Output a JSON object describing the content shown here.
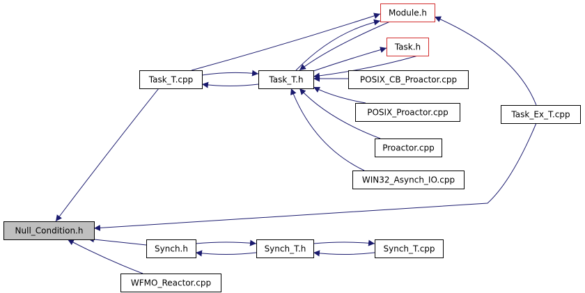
{
  "graph": {
    "title": "",
    "nodes": [
      {
        "id": "null_condition_h",
        "label": "Null_Condition.h",
        "style": "current"
      },
      {
        "id": "task_t_cpp",
        "label": "Task_T.cpp",
        "style": "normal"
      },
      {
        "id": "task_t_h",
        "label": "Task_T.h",
        "style": "normal"
      },
      {
        "id": "module_h",
        "label": "Module.h",
        "style": "highlight"
      },
      {
        "id": "task_h",
        "label": "Task.h",
        "style": "highlight"
      },
      {
        "id": "posix_cb_proactor_cpp",
        "label": "POSIX_CB_Proactor.cpp",
        "style": "normal"
      },
      {
        "id": "posix_proactor_cpp",
        "label": "POSIX_Proactor.cpp",
        "style": "normal"
      },
      {
        "id": "proactor_cpp",
        "label": "Proactor.cpp",
        "style": "normal"
      },
      {
        "id": "win32_asynch_io_cpp",
        "label": "WIN32_Asynch_IO.cpp",
        "style": "normal"
      },
      {
        "id": "task_ex_t_cpp",
        "label": "Task_Ex_T.cpp",
        "style": "normal"
      },
      {
        "id": "synch_h",
        "label": "Synch.h",
        "style": "normal"
      },
      {
        "id": "synch_t_h",
        "label": "Synch_T.h",
        "style": "normal"
      },
      {
        "id": "synch_t_cpp",
        "label": "Synch_T.cpp",
        "style": "normal"
      },
      {
        "id": "wfmo_reactor_cpp",
        "label": "WFMO_Reactor.cpp",
        "style": "normal"
      }
    ],
    "edges": [
      {
        "from": "task_t_cpp",
        "to": "null_condition_h"
      },
      {
        "from": "task_ex_t_cpp",
        "to": "null_condition_h"
      },
      {
        "from": "synch_h",
        "to": "null_condition_h"
      },
      {
        "from": "wfmo_reactor_cpp",
        "to": "null_condition_h"
      },
      {
        "from": "task_t_cpp",
        "to": "task_t_h"
      },
      {
        "from": "task_t_h",
        "to": "task_t_cpp"
      },
      {
        "from": "task_t_cpp",
        "to": "module_h"
      },
      {
        "from": "task_t_h",
        "to": "module_h"
      },
      {
        "from": "task_t_h",
        "to": "task_h"
      },
      {
        "from": "task_ex_t_cpp",
        "to": "module_h"
      },
      {
        "from": "task_h",
        "to": "task_t_h"
      },
      {
        "from": "module_h",
        "to": "task_t_h"
      },
      {
        "from": "posix_cb_proactor_cpp",
        "to": "task_t_h"
      },
      {
        "from": "posix_proactor_cpp",
        "to": "task_t_h"
      },
      {
        "from": "proactor_cpp",
        "to": "task_t_h"
      },
      {
        "from": "win32_asynch_io_cpp",
        "to": "task_t_h"
      },
      {
        "from": "synch_h",
        "to": "synch_t_h"
      },
      {
        "from": "synch_t_h",
        "to": "synch_h"
      },
      {
        "from": "synch_t_h",
        "to": "synch_t_cpp"
      },
      {
        "from": "synch_t_cpp",
        "to": "synch_t_h"
      }
    ]
  },
  "colors": {
    "edge": "#1a1a6e",
    "highlight_border": "#d22b2b",
    "current_fill": "#bfbfbf"
  }
}
